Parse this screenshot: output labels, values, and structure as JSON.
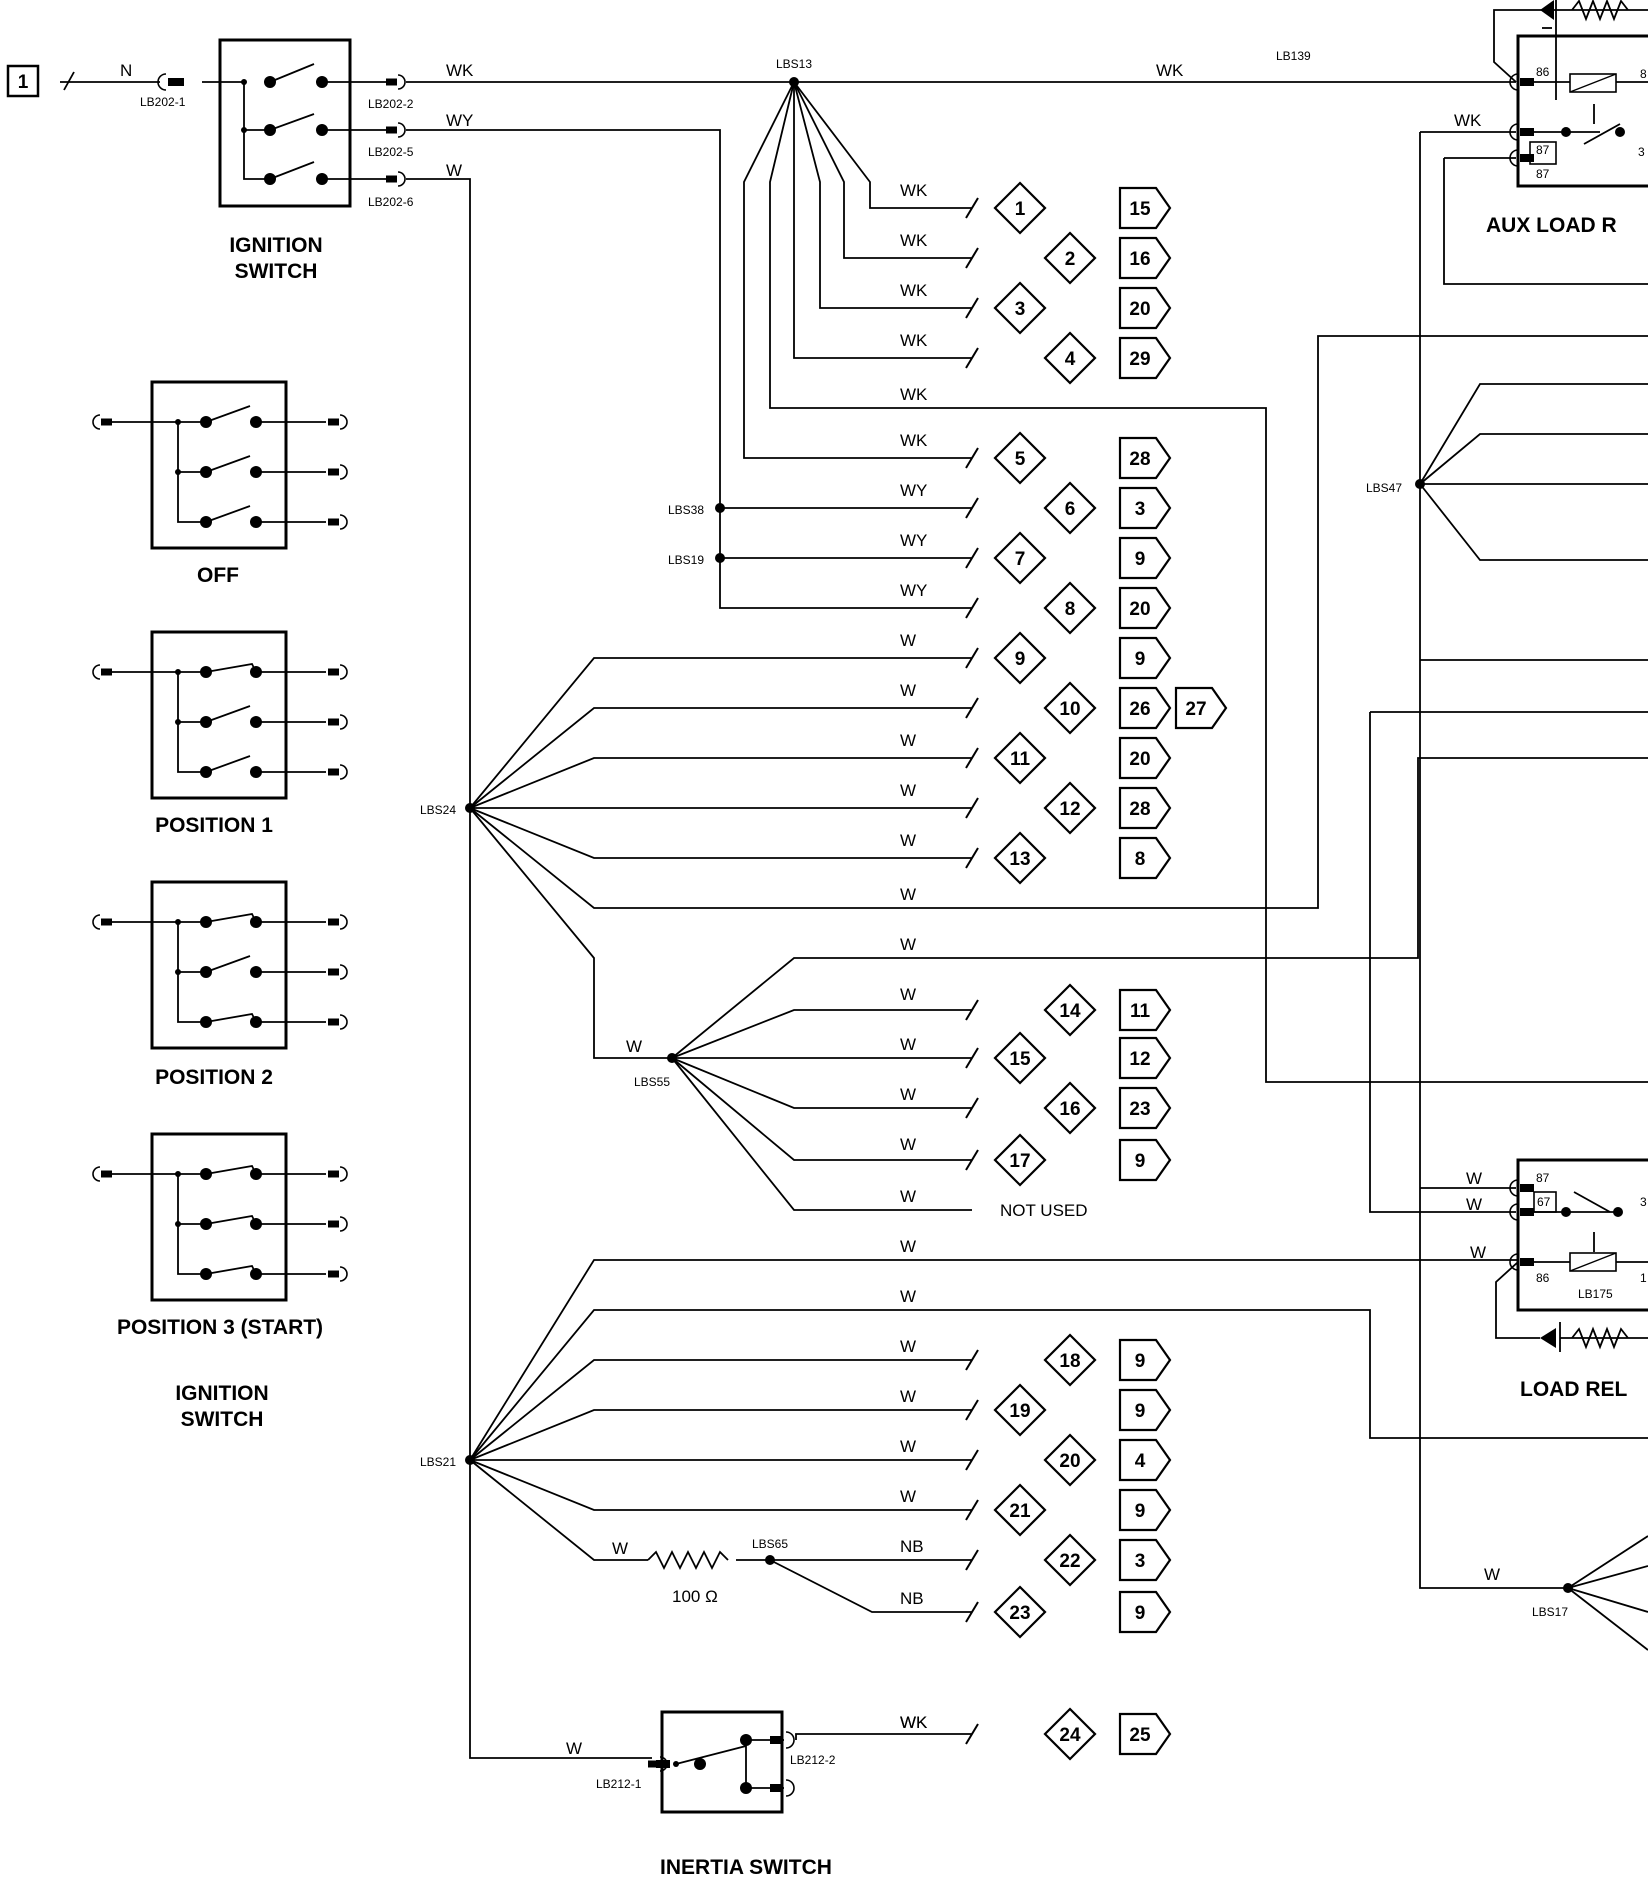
{
  "page_marker": "1",
  "input_wire": "N",
  "ignition_switch": {
    "title": [
      "IGNITION",
      "SWITCH"
    ],
    "input_pin": "LB202-1",
    "outputs": [
      {
        "pin": "LB202-2",
        "color": "WK"
      },
      {
        "pin": "LB202-5",
        "color": "WY"
      },
      {
        "pin": "LB202-6",
        "color": "W"
      }
    ]
  },
  "splices": {
    "lbs13": "LBS13",
    "lbs38": "LBS38",
    "lbs19": "LBS19",
    "lbs24": "LBS24",
    "lbs55": "LBS55",
    "lbs21": "LBS21",
    "lbs65": "LBS65",
    "lbs47": "LBS47",
    "lbs17": "LBS17"
  },
  "states": [
    "OFF",
    "POSITION 1",
    "POSITION 2",
    "POSITION 3 (START)"
  ],
  "states_caption": [
    "IGNITION",
    "SWITCH"
  ],
  "circuits": [
    {
      "num": "1",
      "color": "WK",
      "refs": [
        "15"
      ]
    },
    {
      "num": "2",
      "color": "WK",
      "refs": [
        "16"
      ]
    },
    {
      "num": "3",
      "color": "WK",
      "refs": [
        "20"
      ]
    },
    {
      "num": "4",
      "color": "WK",
      "refs": [
        "29"
      ]
    },
    {
      "num": "5",
      "color": "WK",
      "refs": [
        "28"
      ]
    },
    {
      "num": "6",
      "color": "WY",
      "refs": [
        "3"
      ]
    },
    {
      "num": "7",
      "color": "WY",
      "refs": [
        "9"
      ]
    },
    {
      "num": "8",
      "color": "WY",
      "refs": [
        "20"
      ]
    },
    {
      "num": "9",
      "color": "W",
      "refs": [
        "9"
      ]
    },
    {
      "num": "10",
      "color": "W",
      "refs": [
        "26",
        "27"
      ]
    },
    {
      "num": "11",
      "color": "W",
      "refs": [
        "20"
      ]
    },
    {
      "num": "12",
      "color": "W",
      "refs": [
        "28"
      ]
    },
    {
      "num": "13",
      "color": "W",
      "refs": [
        "8"
      ]
    },
    {
      "num": "14",
      "color": "W",
      "refs": [
        "11"
      ]
    },
    {
      "num": "15",
      "color": "W",
      "refs": [
        "12"
      ]
    },
    {
      "num": "16",
      "color": "W",
      "refs": [
        "23"
      ]
    },
    {
      "num": "17",
      "color": "W",
      "refs": [
        "9"
      ]
    },
    {
      "num": "18",
      "color": "W",
      "refs": [
        "9"
      ]
    },
    {
      "num": "19",
      "color": "W",
      "refs": [
        "9"
      ]
    },
    {
      "num": "20",
      "color": "W",
      "refs": [
        "4"
      ]
    },
    {
      "num": "21",
      "color": "W",
      "refs": [
        "9"
      ]
    },
    {
      "num": "22",
      "color": "NB",
      "refs": [
        "3"
      ]
    },
    {
      "num": "23",
      "color": "NB",
      "refs": [
        "9"
      ]
    },
    {
      "num": "24",
      "color": "WK",
      "refs": [
        "25"
      ]
    }
  ],
  "passthrough_wires": {
    "wk_lbs13": "WK",
    "w_lbs24_upper": "W",
    "w_lbs24_lower": "W",
    "w_lbs21_upper": "W",
    "w_lbs21_lower": "W",
    "w_lbs55_in": "W",
    "w_lbs55_unused": "W"
  },
  "not_used": "NOT USED",
  "resistor_wire": "W",
  "resistor_value": "100 Ω",
  "aux_relay": {
    "title": "AUX LOAD R",
    "id": "LB139",
    "pin_coil": "86",
    "pin_no_1": "87",
    "pin_no_2": "87",
    "pin_right_top": "8",
    "pin_right_mid": "3",
    "feed_wire": "WK",
    "load_wire": "WK"
  },
  "load_relay": {
    "title": "LOAD REL",
    "id": "LB175",
    "pin_87": "87",
    "pin_67": "67",
    "pin_86": "86",
    "pin_right_top": "3",
    "pin_right_coil": "1",
    "wire_87": "W",
    "wire_67": "W",
    "wire_86": "W"
  },
  "lbs17_wire": "W",
  "inertia_switch": {
    "title": "INERTIA SWITCH",
    "pin_in": "LB212-1",
    "pin_out": "LB212-2",
    "in_wire": "W",
    "out_wire": "WK"
  }
}
